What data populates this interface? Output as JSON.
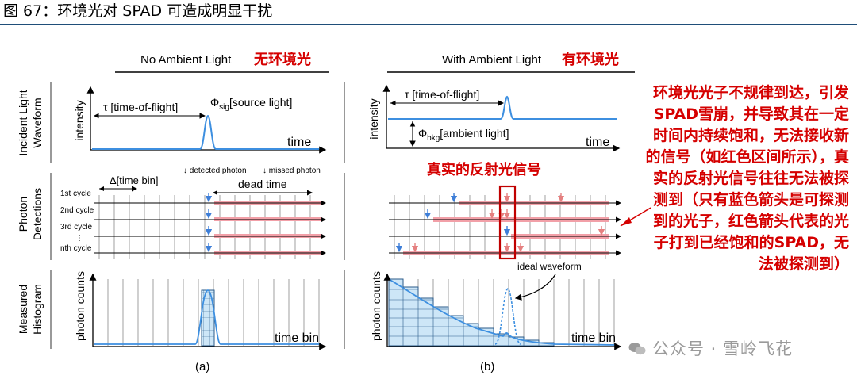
{
  "figure_title": "图 67：环境光对 SPAD 可造成明显干扰",
  "panel_a": {
    "header_en": "No Ambient Light ",
    "header_cn": "无环境光",
    "label": "(a)"
  },
  "panel_b": {
    "header_en": "With Ambient Light",
    "header_cn": "有环境光",
    "label": "(b)"
  },
  "row_labels": {
    "waveform_1": "Incident Light",
    "waveform_2": "Waveform",
    "detections_1": "Photon",
    "detections_2": "Detections",
    "histogram_1": "Measured",
    "histogram_2": "Histogram"
  },
  "axes": {
    "intensity": "intensity",
    "time": "time",
    "photon_counts": "photon counts",
    "time_bin": "time bin"
  },
  "labels": {
    "tau_a": "τ [time-of-flight]",
    "tau_b": "τ [time-of-flight]",
    "phi_sig": "Φ",
    "phi_sig_sub": "sig",
    "phi_sig_text": "[source light]",
    "phi_bkg": "Φ",
    "phi_bkg_sub": "bkg",
    "phi_bkg_text": "[ambient light]",
    "delta_bin": "Δ[time bin]",
    "dead_time": "dead time",
    "detected_photon": "↓ detected photon",
    "missed_photon": "↓ missed photon",
    "cycle_1": "1st cycle",
    "cycle_2": "2nd cycle",
    "cycle_3": "3rd cycle",
    "cycle_n": "nth cycle",
    "ellipsis": "⋮",
    "ideal_waveform": "ideal waveform",
    "real_signal_cn": "真实的反射光信号"
  },
  "annotation_cn": "环境光光子不规律到达，引发SPAD雪崩，并导致其在一定时间内持续饱和，无法接收新的信号（如红色区间所示），真实的反射光信号往往无法被探测到（只有蓝色箭头是可探测到的光子，红色箭头代表的光子打到已经饱和的SPAD，无法被探测到）",
  "watermark": "公众号 · 雪岭飞花",
  "colors": {
    "red_text": "#d50000",
    "blue_curve": "#3d8fe0",
    "dead_time_fill": "#f2a0a8",
    "hist_fill": "#cde6f7",
    "missed_arrow": "#e58080",
    "detected_arrow": "#3d7ed8"
  }
}
